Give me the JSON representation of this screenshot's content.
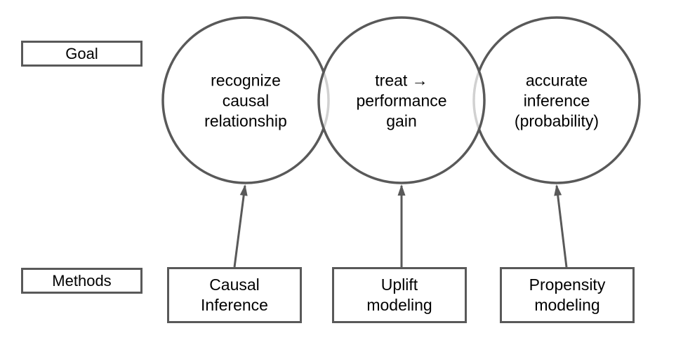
{
  "colors": {
    "outline": "#595959",
    "overlap_arc": "#d2d2d2",
    "text": "#000000",
    "background": "#ffffff"
  },
  "row_labels": {
    "goal": "Goal",
    "methods": "Methods"
  },
  "goals": [
    {
      "id": "recognize-causal-relationship",
      "lines": [
        "recognize",
        "causal",
        "relationship"
      ]
    },
    {
      "id": "treat-performance-gain",
      "lines": [
        "treat →",
        "performance",
        "gain"
      ]
    },
    {
      "id": "accurate-inference-probability",
      "lines": [
        "accurate",
        "inference",
        "(probability)"
      ]
    }
  ],
  "methods": [
    {
      "id": "causal-inference",
      "lines": [
        "Causal",
        "Inference"
      ]
    },
    {
      "id": "uplift-modeling",
      "lines": [
        "Uplift",
        "modeling"
      ]
    },
    {
      "id": "propensity-modeling",
      "lines": [
        "Propensity",
        "modeling"
      ]
    }
  ],
  "connections": [
    {
      "from": "causal-inference",
      "to": "recognize-causal-relationship"
    },
    {
      "from": "uplift-modeling",
      "to": "treat-performance-gain"
    },
    {
      "from": "propensity-modeling",
      "to": "accurate-inference-probability"
    }
  ]
}
